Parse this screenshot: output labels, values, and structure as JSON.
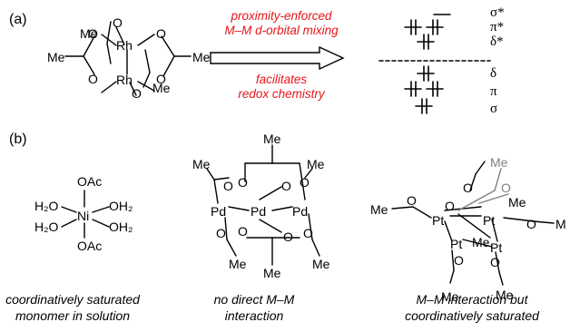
{
  "panels": {
    "a_label": "(a)",
    "b_label": "(b)"
  },
  "panel_a": {
    "note_top": [
      "proximity-enforced",
      "M–M d-orbital mixing"
    ],
    "note_bottom": [
      "facilitates",
      "redox chemistry"
    ],
    "orbitals_top": [
      "σ*",
      "π*",
      "δ*"
    ],
    "orbitals_bottom": [
      "δ",
      "π",
      "σ"
    ],
    "note_color": "#e8161a"
  },
  "panel_b": {
    "captions": [
      [
        "coordinatively saturated",
        "monomer in solution"
      ],
      [
        "no direct M–M",
        "interaction"
      ],
      [
        "M–M interaction but",
        "coordinatively saturated"
      ]
    ]
  },
  "atoms": {
    "rh": "Rh",
    "o": "O",
    "me": "Me",
    "ni": "Ni",
    "pd": "Pd",
    "pt": "Pt",
    "oac": "OAc",
    "h2o": "H₂O",
    "oh2": "OH₂",
    "m": "M"
  }
}
